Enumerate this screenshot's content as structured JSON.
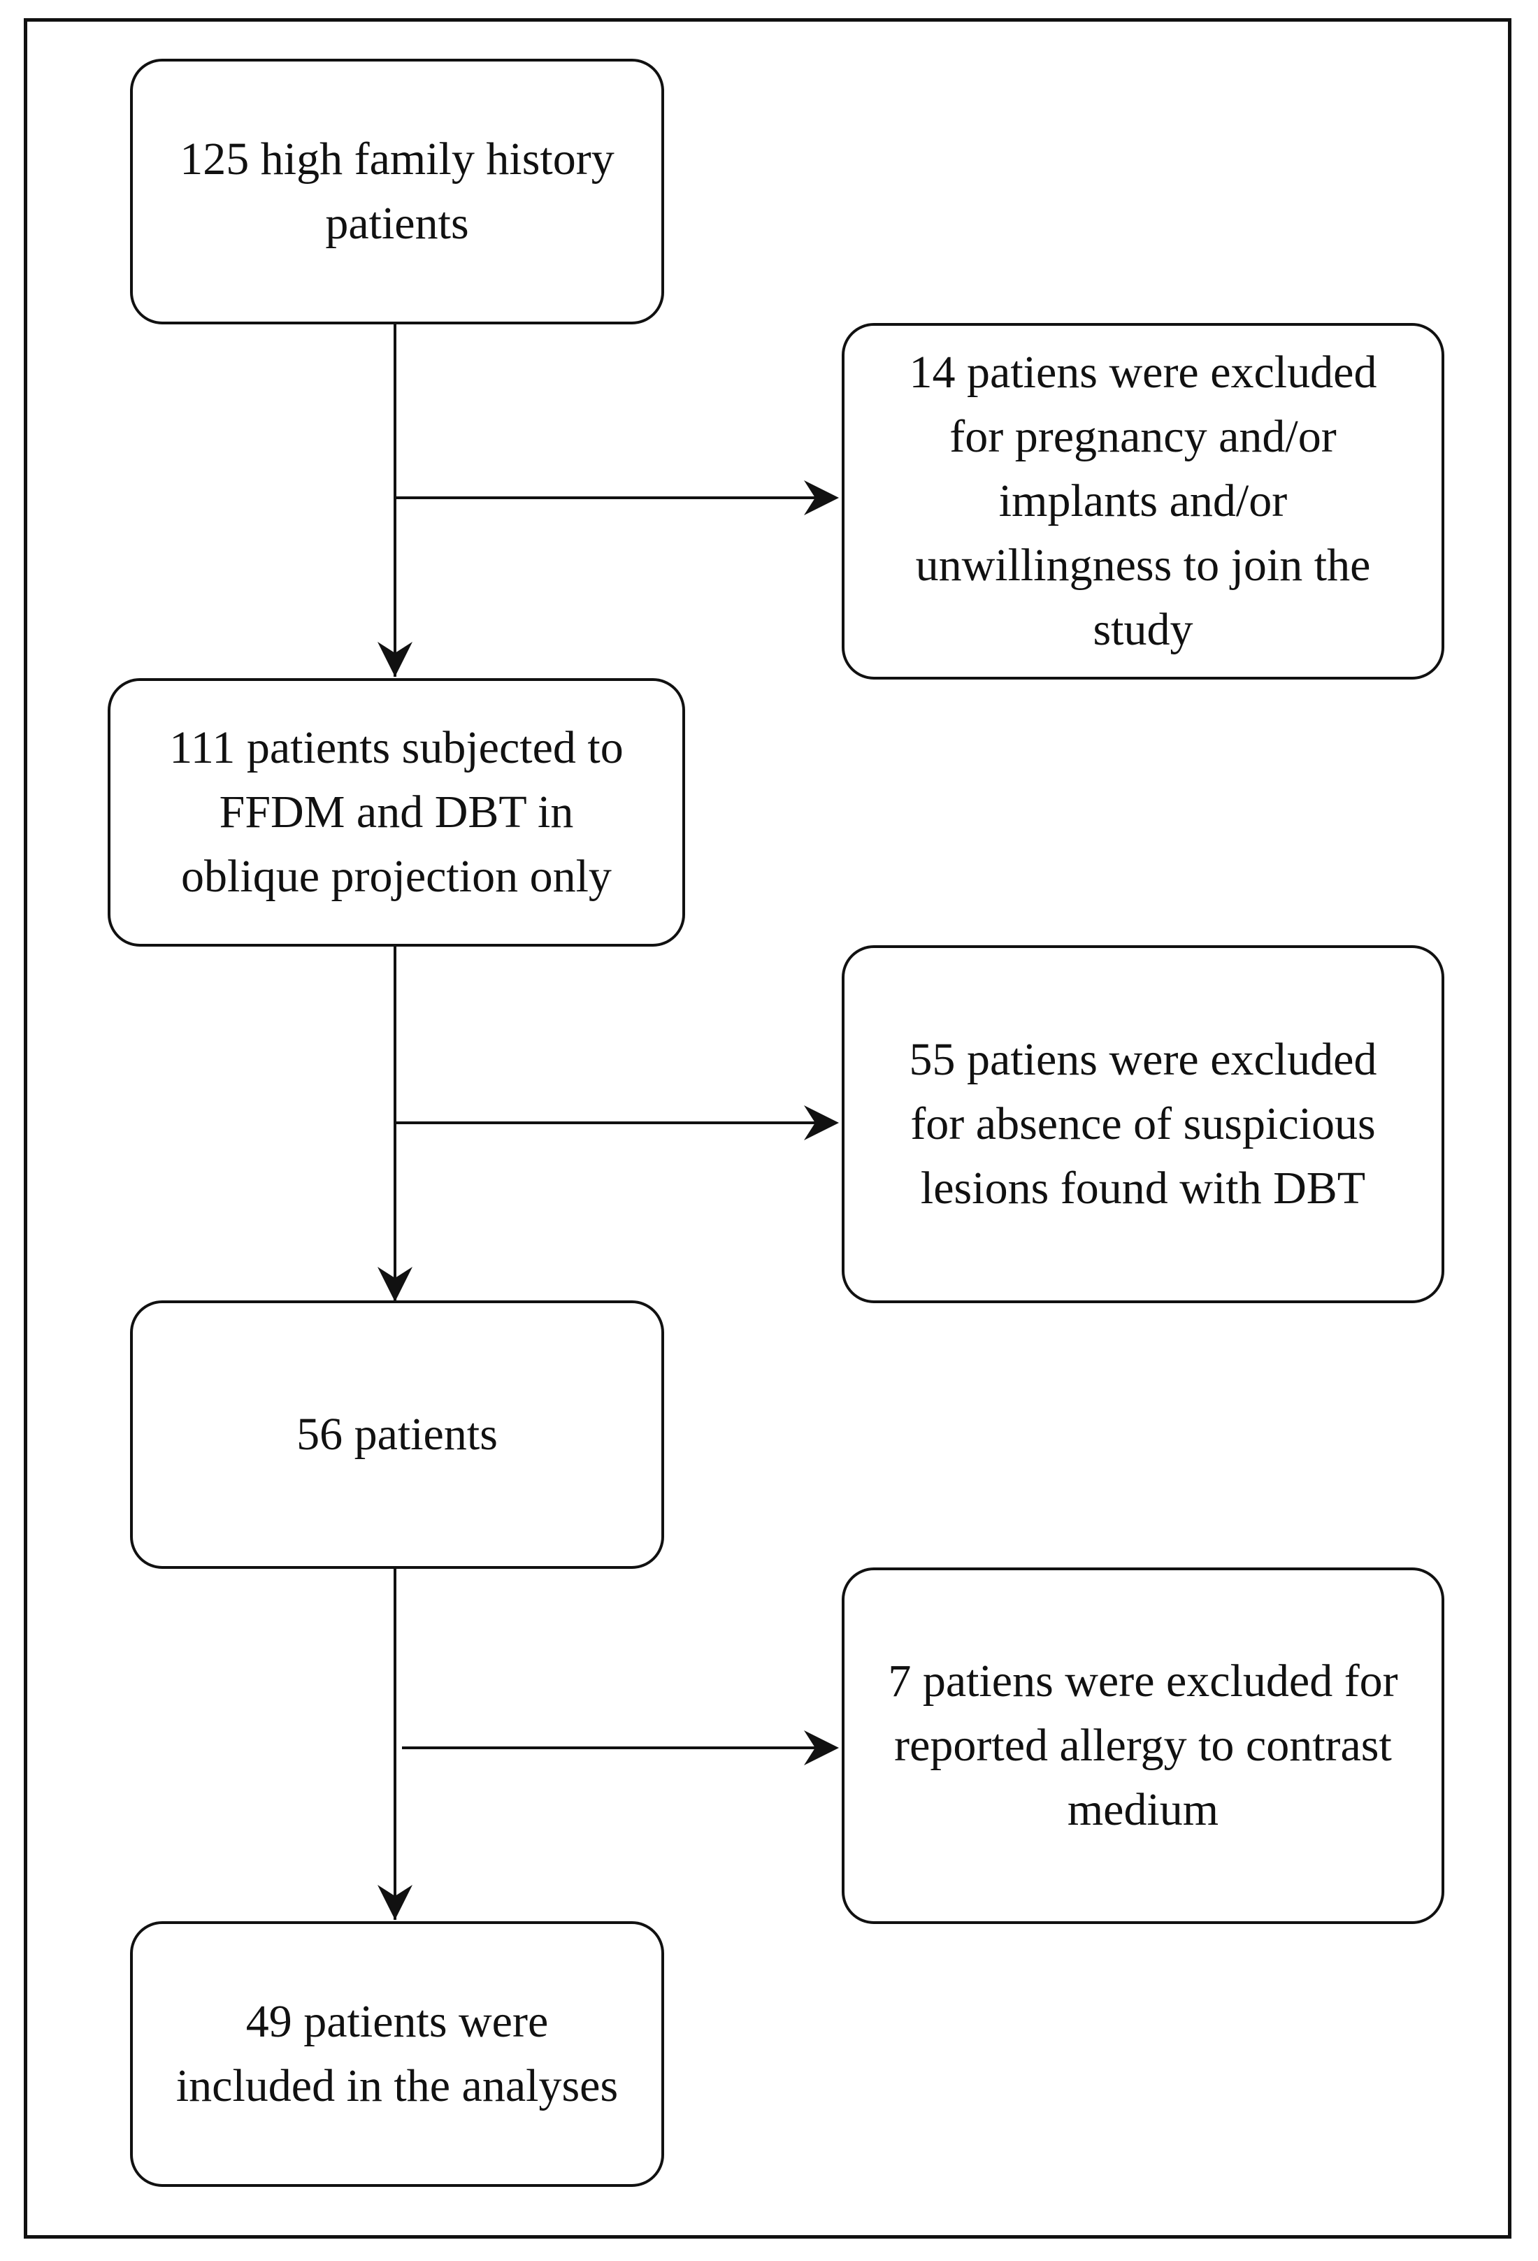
{
  "nodes": {
    "start": {
      "text": "125 high family history\npatients"
    },
    "excluded_1": {
      "text": "14 patiens were excluded\nfor pregnancy and/or\nimplants and/or\nunwillingness to join the\nstudy"
    },
    "step_2": {
      "text": "111 patients subjected to\nFFDM and DBT in\noblique projection only"
    },
    "excluded_2": {
      "text": "55 patiens were excluded\nfor absence of suspicious\nlesions found with DBT"
    },
    "step_3": {
      "text": "56 patients"
    },
    "excluded_3": {
      "text": "7 patiens were excluded for\nreported allergy to contrast\nmedium"
    },
    "final": {
      "text": "49 patients were\nincluded in the analyses"
    }
  }
}
